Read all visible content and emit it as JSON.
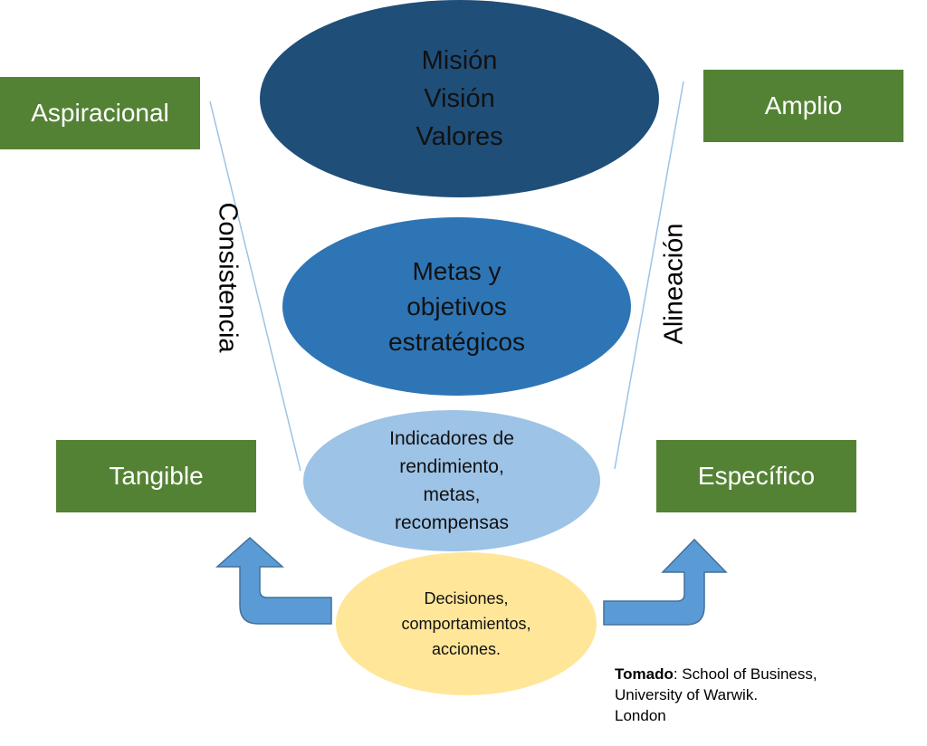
{
  "boxes": {
    "aspiracional": "Aspiracional",
    "amplio": "Amplio",
    "tangible": "Tangible",
    "especifico": "Específico"
  },
  "ellipses": {
    "mision": [
      "Misión",
      "Visión",
      "Valores"
    ],
    "metas": [
      "Metas y",
      "objetivos",
      "estratégicos"
    ],
    "indicadores": [
      "Indicadores de",
      "rendimiento,",
      "metas,",
      "recompensas"
    ],
    "decisiones": [
      "Decisiones,",
      "comportamientos,",
      "acciones."
    ]
  },
  "side_labels": {
    "consistencia": "Consistencia",
    "alineacion": "Alineación"
  },
  "source": {
    "label": "Tomado",
    "line1": ": School of Business,",
    "line2": "University of Warwik.",
    "line3": "London"
  },
  "colors": {
    "box_green": "#548235",
    "ellipse_dark": "#1f4e79",
    "ellipse_mid": "#2e75b6",
    "ellipse_light": "#9dc3e6",
    "ellipse_yellow": "#ffe699",
    "arrow_blue": "#5b9bd5",
    "arrow_border": "#41719c"
  }
}
